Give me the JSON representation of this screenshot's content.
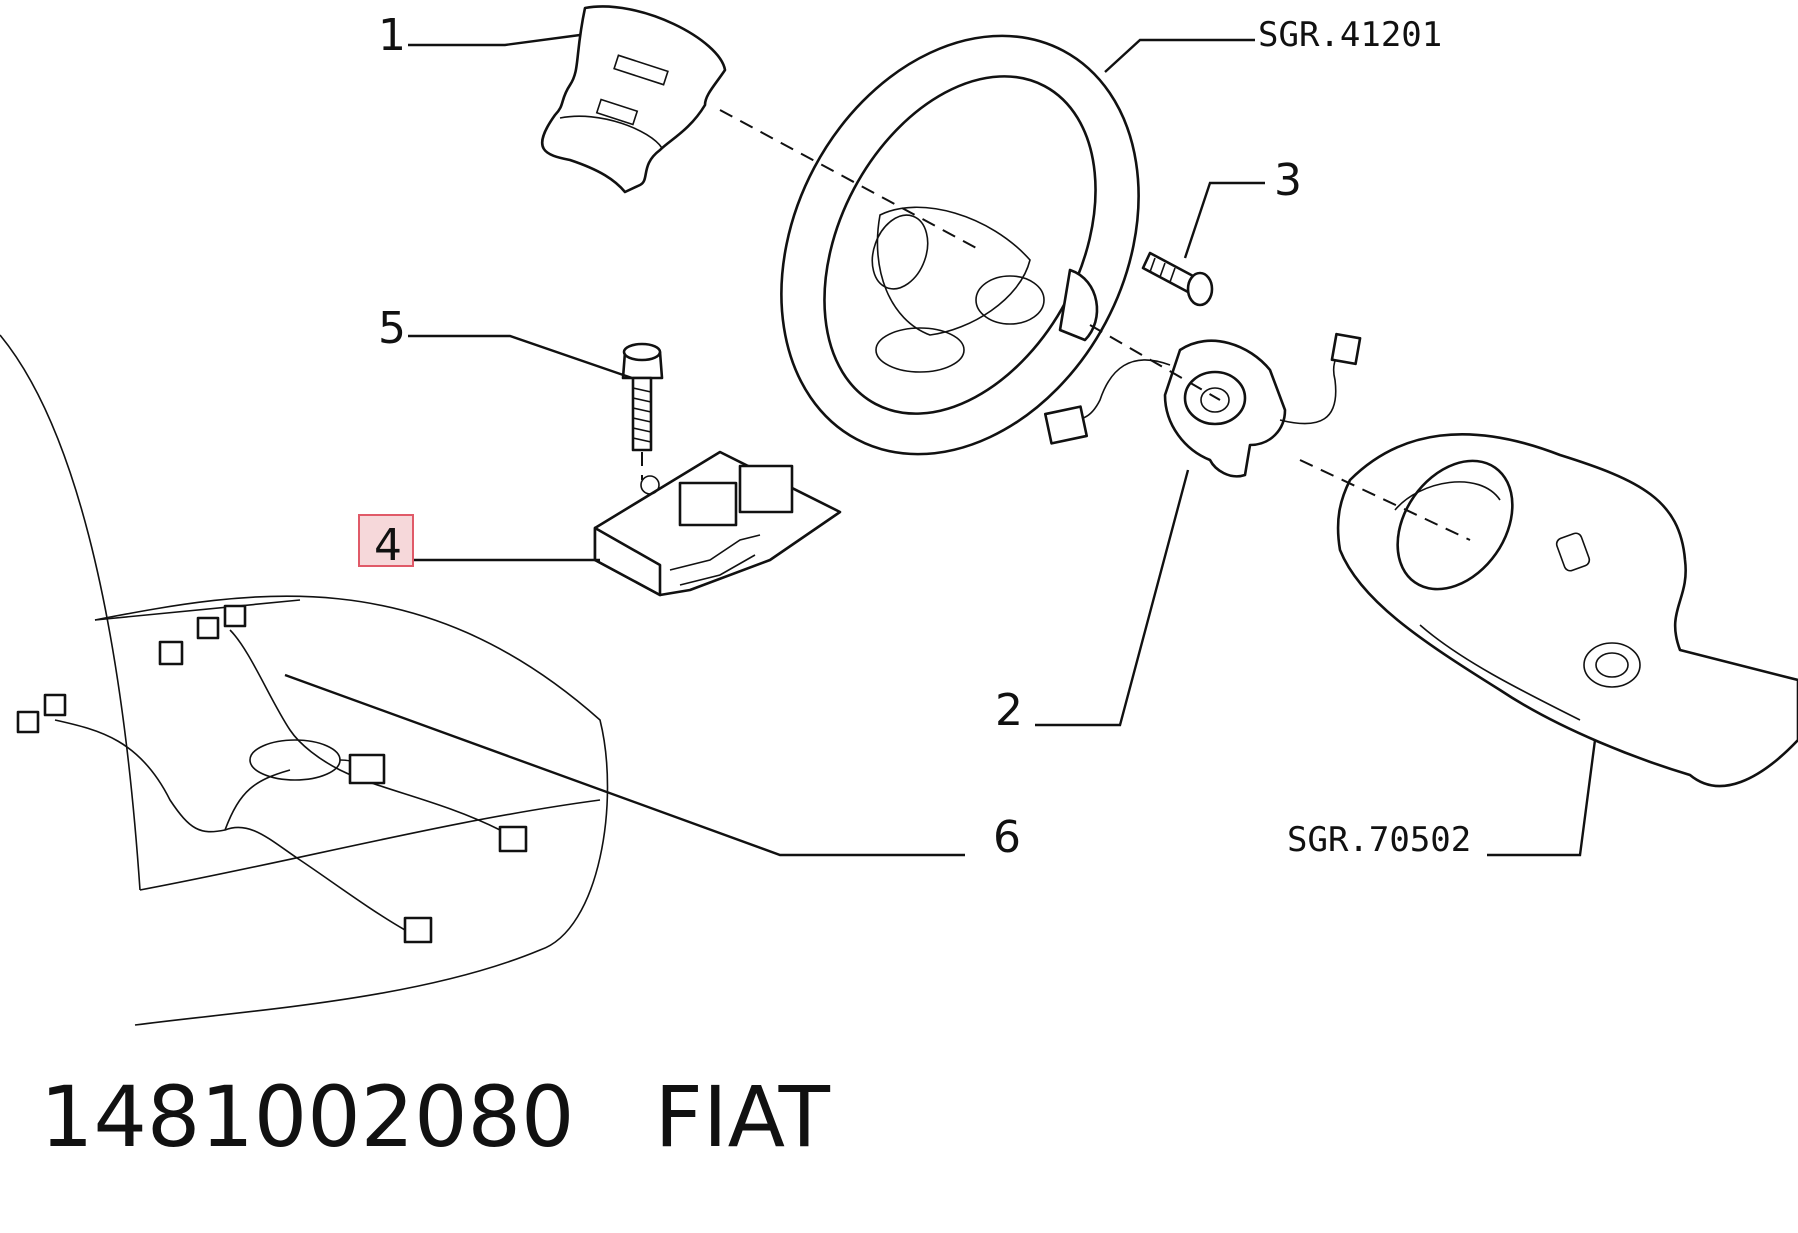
{
  "callouts": {
    "c1": "1",
    "c2": "2",
    "c3": "3",
    "c4": "4",
    "c5": "5",
    "c6": "6"
  },
  "references": {
    "steering_wheel": "SGR.41201",
    "steering_column_cover": "SGR.70502"
  },
  "highlighted_callout": "4",
  "caption": {
    "part_number": "1481002080",
    "brand": "FIAT"
  },
  "colors": {
    "line": "#111111",
    "highlight_fill": "#f6d8da",
    "highlight_border": "#e05a68"
  }
}
